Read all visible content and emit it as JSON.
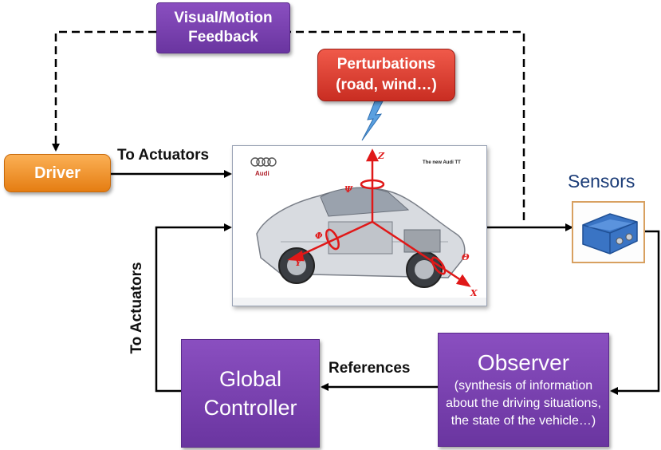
{
  "nodes": {
    "feedback": "Visual/Motion Feedback",
    "perturbations_line1": "Perturbations",
    "perturbations_line2": "(road, wind…)",
    "driver": "Driver",
    "sensors": "Sensors",
    "global_controller_line1": "Global",
    "global_controller_line2": "Controller",
    "observer_title": "Observer",
    "observer_desc": "(synthesis of information about the driving situations, the state of the vehicle…)"
  },
  "edge_labels": {
    "to_actuators_top": "To Actuators",
    "to_actuators_left": "To Actuators",
    "references": "References"
  },
  "car_image": {
    "logo_text": "Audi",
    "caption": "The new Audi TT",
    "axis_labels": [
      "Z",
      "X",
      "Y",
      "Ψ",
      "Φ",
      "Θ"
    ]
  },
  "colors": {
    "purple": "#7a42b0",
    "red": "#d9372b",
    "orange": "#f2962c",
    "sensor_blue": "#3a74c4",
    "lightning": "#5aa0e0",
    "axis_red": "#e01818"
  }
}
